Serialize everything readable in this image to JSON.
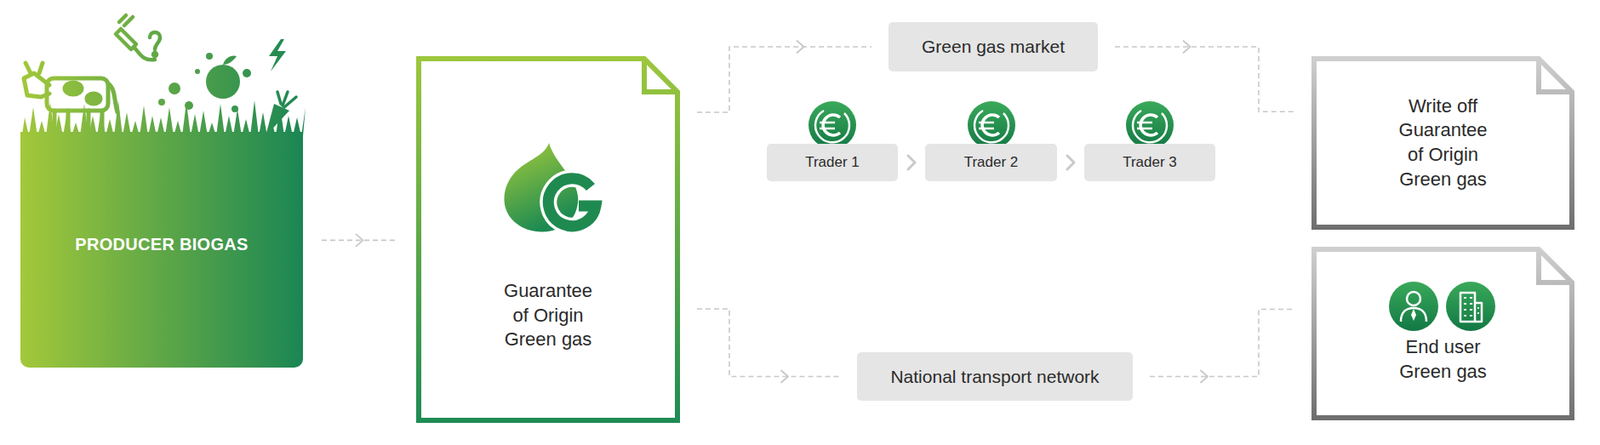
{
  "diagram": {
    "nodes": [
      {
        "text": [
          "PRODUCER BIOGAS"
        ]
      },
      {
        "text": [
          "Guarantee of Origin Green gas"
        ]
      },
      {
        "text": [
          "Green gas market"
        ]
      },
      {
        "text": [
          "Trader 1"
        ]
      },
      {
        "text": [
          "Trader 2"
        ]
      },
      {
        "text": [
          "Trader 3"
        ]
      },
      {
        "text": [
          "Write off Guarantee of Origin Green gas"
        ]
      },
      {
        "text": [
          "National transport network"
        ]
      },
      {
        "text": [
          "End user Green gas"
        ]
      }
    ],
    "edges": [
      {
        "from": 0,
        "to": 1,
        "arrow": "to"
      },
      {
        "from": 1,
        "to": 2,
        "arrow": "to"
      },
      {
        "from": 2,
        "to": 6,
        "arrow": "to"
      },
      {
        "from": 3,
        "to": 4,
        "arrow": "to"
      },
      {
        "from": 4,
        "to": 5,
        "arrow": "to"
      },
      {
        "from": 1,
        "to": 7,
        "arrow": "to"
      },
      {
        "from": 7,
        "to": 8,
        "arrow": "to"
      }
    ]
  }
}
